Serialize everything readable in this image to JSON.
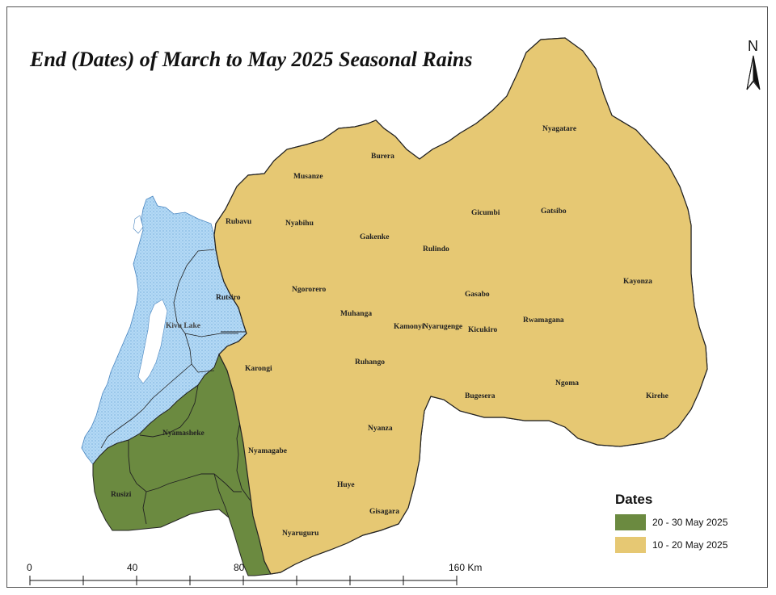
{
  "title": "End (Dates) of March to May 2025 Seasonal Rains",
  "north_arrow": {
    "label": "N"
  },
  "colors": {
    "early": "#6b8a40",
    "late": "#e6c873",
    "lake": "#b4d9f5",
    "border": "#333333"
  },
  "lake": {
    "label": "Kivu Lake"
  },
  "districts": [
    {
      "name": "Nyagatare",
      "class": "10 - 20 May 2025"
    },
    {
      "name": "Burera",
      "class": "10 - 20 May 2025"
    },
    {
      "name": "Musanze",
      "class": "10 - 20 May 2025"
    },
    {
      "name": "Gicumbi",
      "class": "10 - 20 May 2025"
    },
    {
      "name": "Gatsibo",
      "class": "10 - 20 May 2025"
    },
    {
      "name": "Rubavu",
      "class": "10 - 20 May 2025"
    },
    {
      "name": "Nyabihu",
      "class": "10 - 20 May 2025"
    },
    {
      "name": "Gakenke",
      "class": "10 - 20 May 2025"
    },
    {
      "name": "Rulindo",
      "class": "10 - 20 May 2025"
    },
    {
      "name": "Kayonza",
      "class": "10 - 20 May 2025"
    },
    {
      "name": "Ngororero",
      "class": "10 - 20 May 2025"
    },
    {
      "name": "Rutsiro",
      "class": "10 - 20 May 2025"
    },
    {
      "name": "Gasabo",
      "class": "10 - 20 May 2025"
    },
    {
      "name": "Muhanga",
      "class": "10 - 20 May 2025"
    },
    {
      "name": "Kamonyi",
      "class": "10 - 20 May 2025"
    },
    {
      "name": "Nyarugenge",
      "class": "10 - 20 May 2025"
    },
    {
      "name": "Kicukiro",
      "class": "10 - 20 May 2025"
    },
    {
      "name": "Rwamagana",
      "class": "10 - 20 May 2025"
    },
    {
      "name": "Karongi",
      "class": "10 - 20 May 2025"
    },
    {
      "name": "Ruhango",
      "class": "10 - 20 May 2025"
    },
    {
      "name": "Ngoma",
      "class": "10 - 20 May 2025"
    },
    {
      "name": "Bugesera",
      "class": "10 - 20 May 2025"
    },
    {
      "name": "Kirehe",
      "class": "10 - 20 May 2025"
    },
    {
      "name": "Nyanza",
      "class": "10 - 20 May 2025"
    },
    {
      "name": "Nyamasheke",
      "class": "20 - 30 May 2025"
    },
    {
      "name": "Nyamagabe",
      "class": "20 - 30 May 2025"
    },
    {
      "name": "Huye",
      "class": "10 - 20 May 2025"
    },
    {
      "name": "Rusizi",
      "class": "20 - 30 May 2025"
    },
    {
      "name": "Gisagara",
      "class": "10 - 20 May 2025"
    },
    {
      "name": "Nyaruguru",
      "class": "10 - 20 May 2025"
    }
  ],
  "legend": {
    "title": "Dates",
    "items": [
      {
        "label": "20 - 30 May 2025",
        "color": "#6b8a40"
      },
      {
        "label": "10 - 20 May 2025",
        "color": "#e6c873"
      }
    ]
  },
  "scale_bar": {
    "ticks": [
      "0",
      "40",
      "80",
      "160 Km"
    ]
  }
}
